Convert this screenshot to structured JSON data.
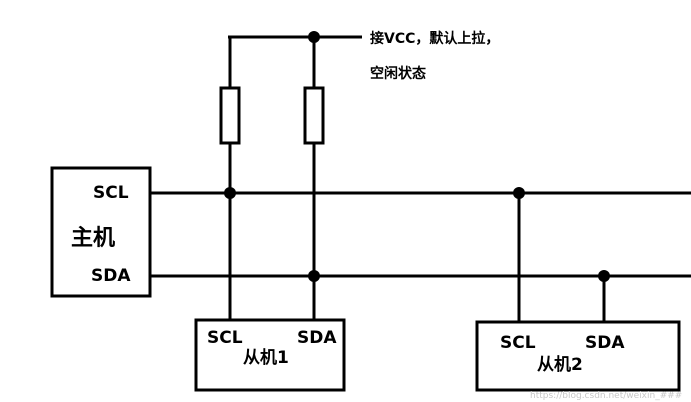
{
  "note": {
    "line1": "接VCC，默认上拉，",
    "line2": "空闲状态"
  },
  "master": {
    "title": "主机",
    "scl": "SCL",
    "sda": "SDA"
  },
  "slave1": {
    "title": "从机1",
    "scl": "SCL",
    "sda": "SDA"
  },
  "slave2": {
    "title": "从机2",
    "scl": "SCL",
    "sda": "SDA"
  },
  "watermark": "https://blog.csdn.net/weixin_###"
}
